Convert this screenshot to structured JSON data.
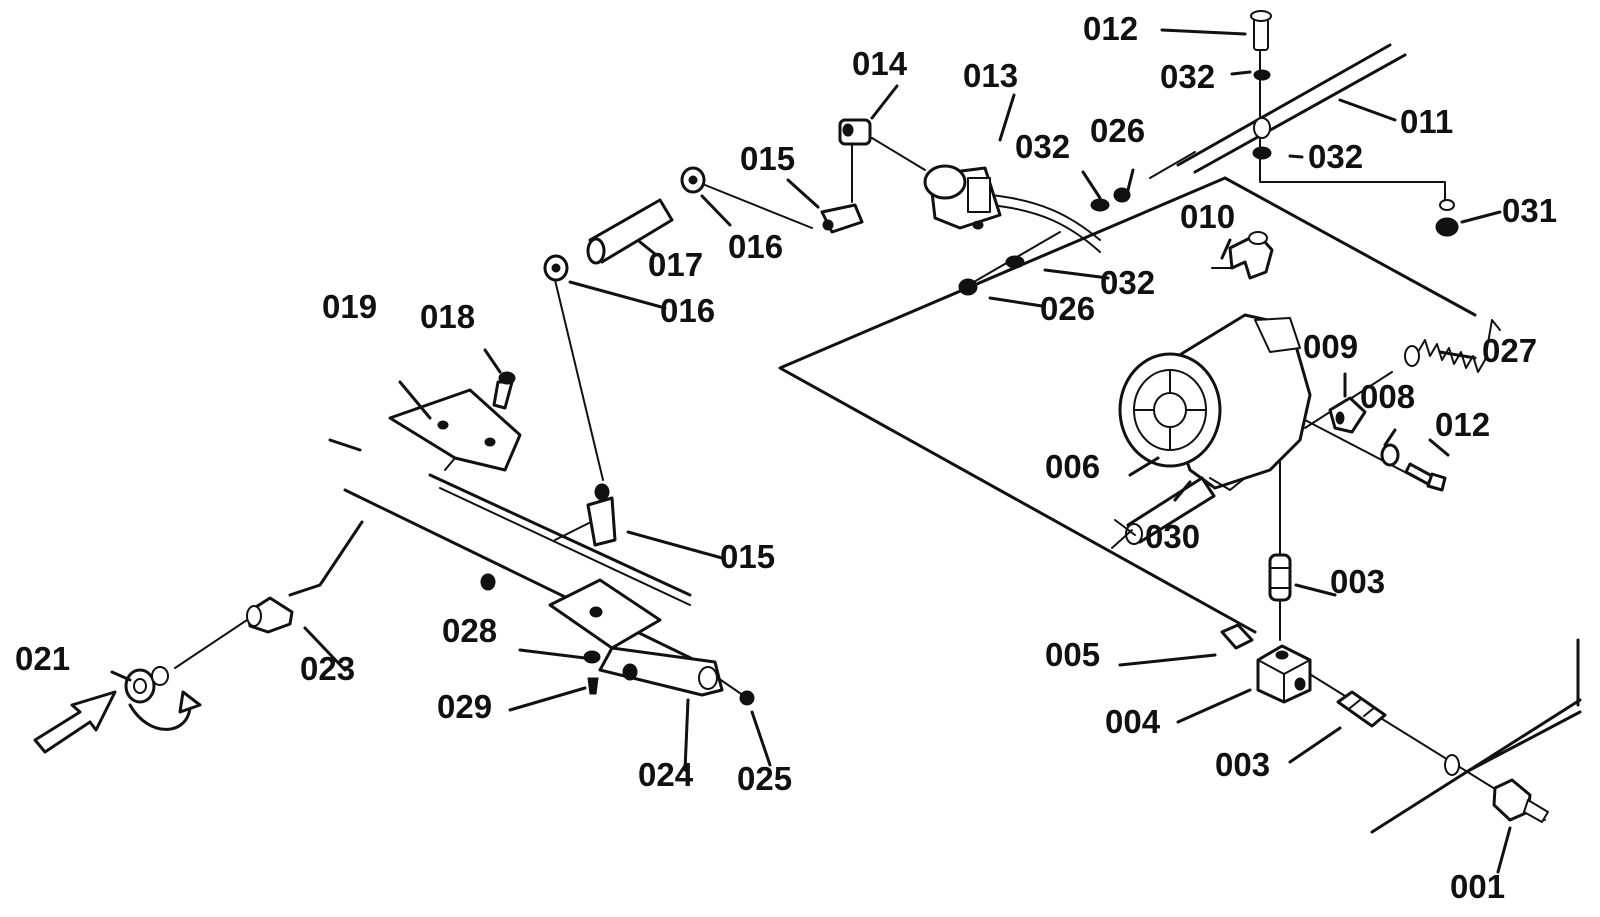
{
  "colors": {
    "ink": "#111111",
    "paper": "#ffffff"
  },
  "icons": {
    "flow_arrow": "arrow-icon",
    "rotation": "rotate-arrow-icon"
  },
  "callouts": {
    "c001": "001",
    "c003a": "003",
    "c003b": "003",
    "c004": "004",
    "c005": "005",
    "c006": "006",
    "c008": "008",
    "c009": "009",
    "c010": "010",
    "c011": "011",
    "c012a": "012",
    "c012b": "012",
    "c013": "013",
    "c014": "014",
    "c015a": "015",
    "c015b": "015",
    "c016a": "016",
    "c016b": "016",
    "c017": "017",
    "c018": "018",
    "c019": "019",
    "c021": "021",
    "c023": "023",
    "c024": "024",
    "c025": "025",
    "c026a": "026",
    "c026b": "026",
    "c027": "027",
    "c028": "028",
    "c029": "029",
    "c030": "030",
    "c031": "031",
    "c032a": "032",
    "c032b": "032",
    "c032c": "032",
    "c032d": "032"
  }
}
